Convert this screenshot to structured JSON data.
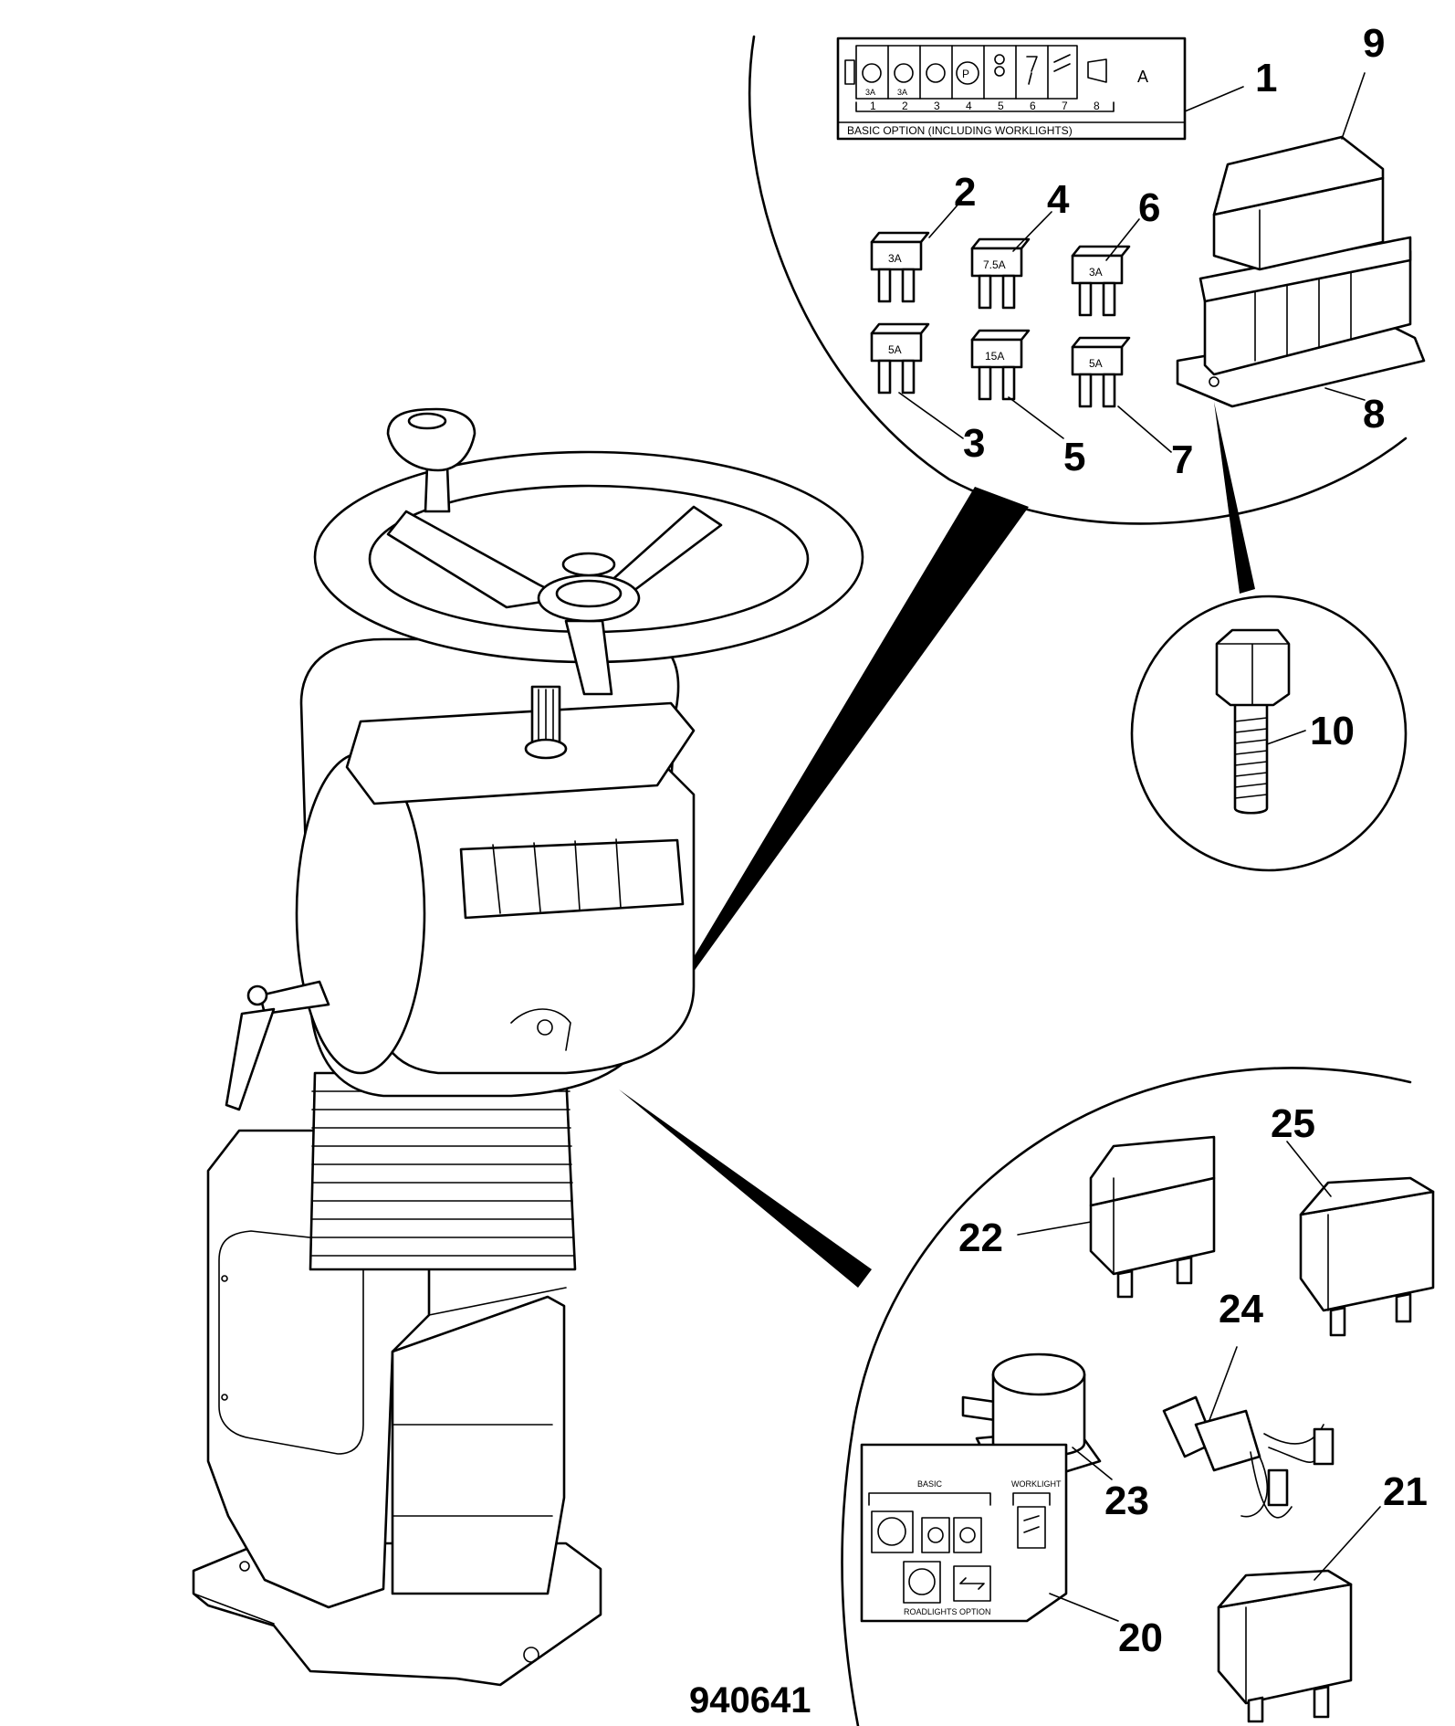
{
  "drawing_number": "940641",
  "callouts": {
    "c1": "1",
    "c2": "2",
    "c3": "3",
    "c4": "4",
    "c5": "5",
    "c6": "6",
    "c7": "7",
    "c8": "8",
    "c9": "9",
    "c10": "10",
    "c20": "20",
    "c21": "21",
    "c22": "22",
    "c23": "23",
    "c24": "24",
    "c25": "25"
  },
  "fuse_panel_label": {
    "option_text": "BASIC OPTION (INCLUDING WORKLIGHTS)",
    "letter": "A",
    "ratings": [
      "3A",
      "3A"
    ],
    "positions": [
      "1",
      "2",
      "3",
      "4",
      "5",
      "6",
      "7",
      "8"
    ]
  },
  "fuse_ratings": {
    "f2": "3A",
    "f3": "5A",
    "f4": "7.5A",
    "f5": "15A",
    "f6": "3A",
    "f7": "5A"
  },
  "switch_label": {
    "basic": "BASIC",
    "worklight": "WORKLIGHT",
    "roadlights": "ROADLIGHTS OPTION"
  }
}
